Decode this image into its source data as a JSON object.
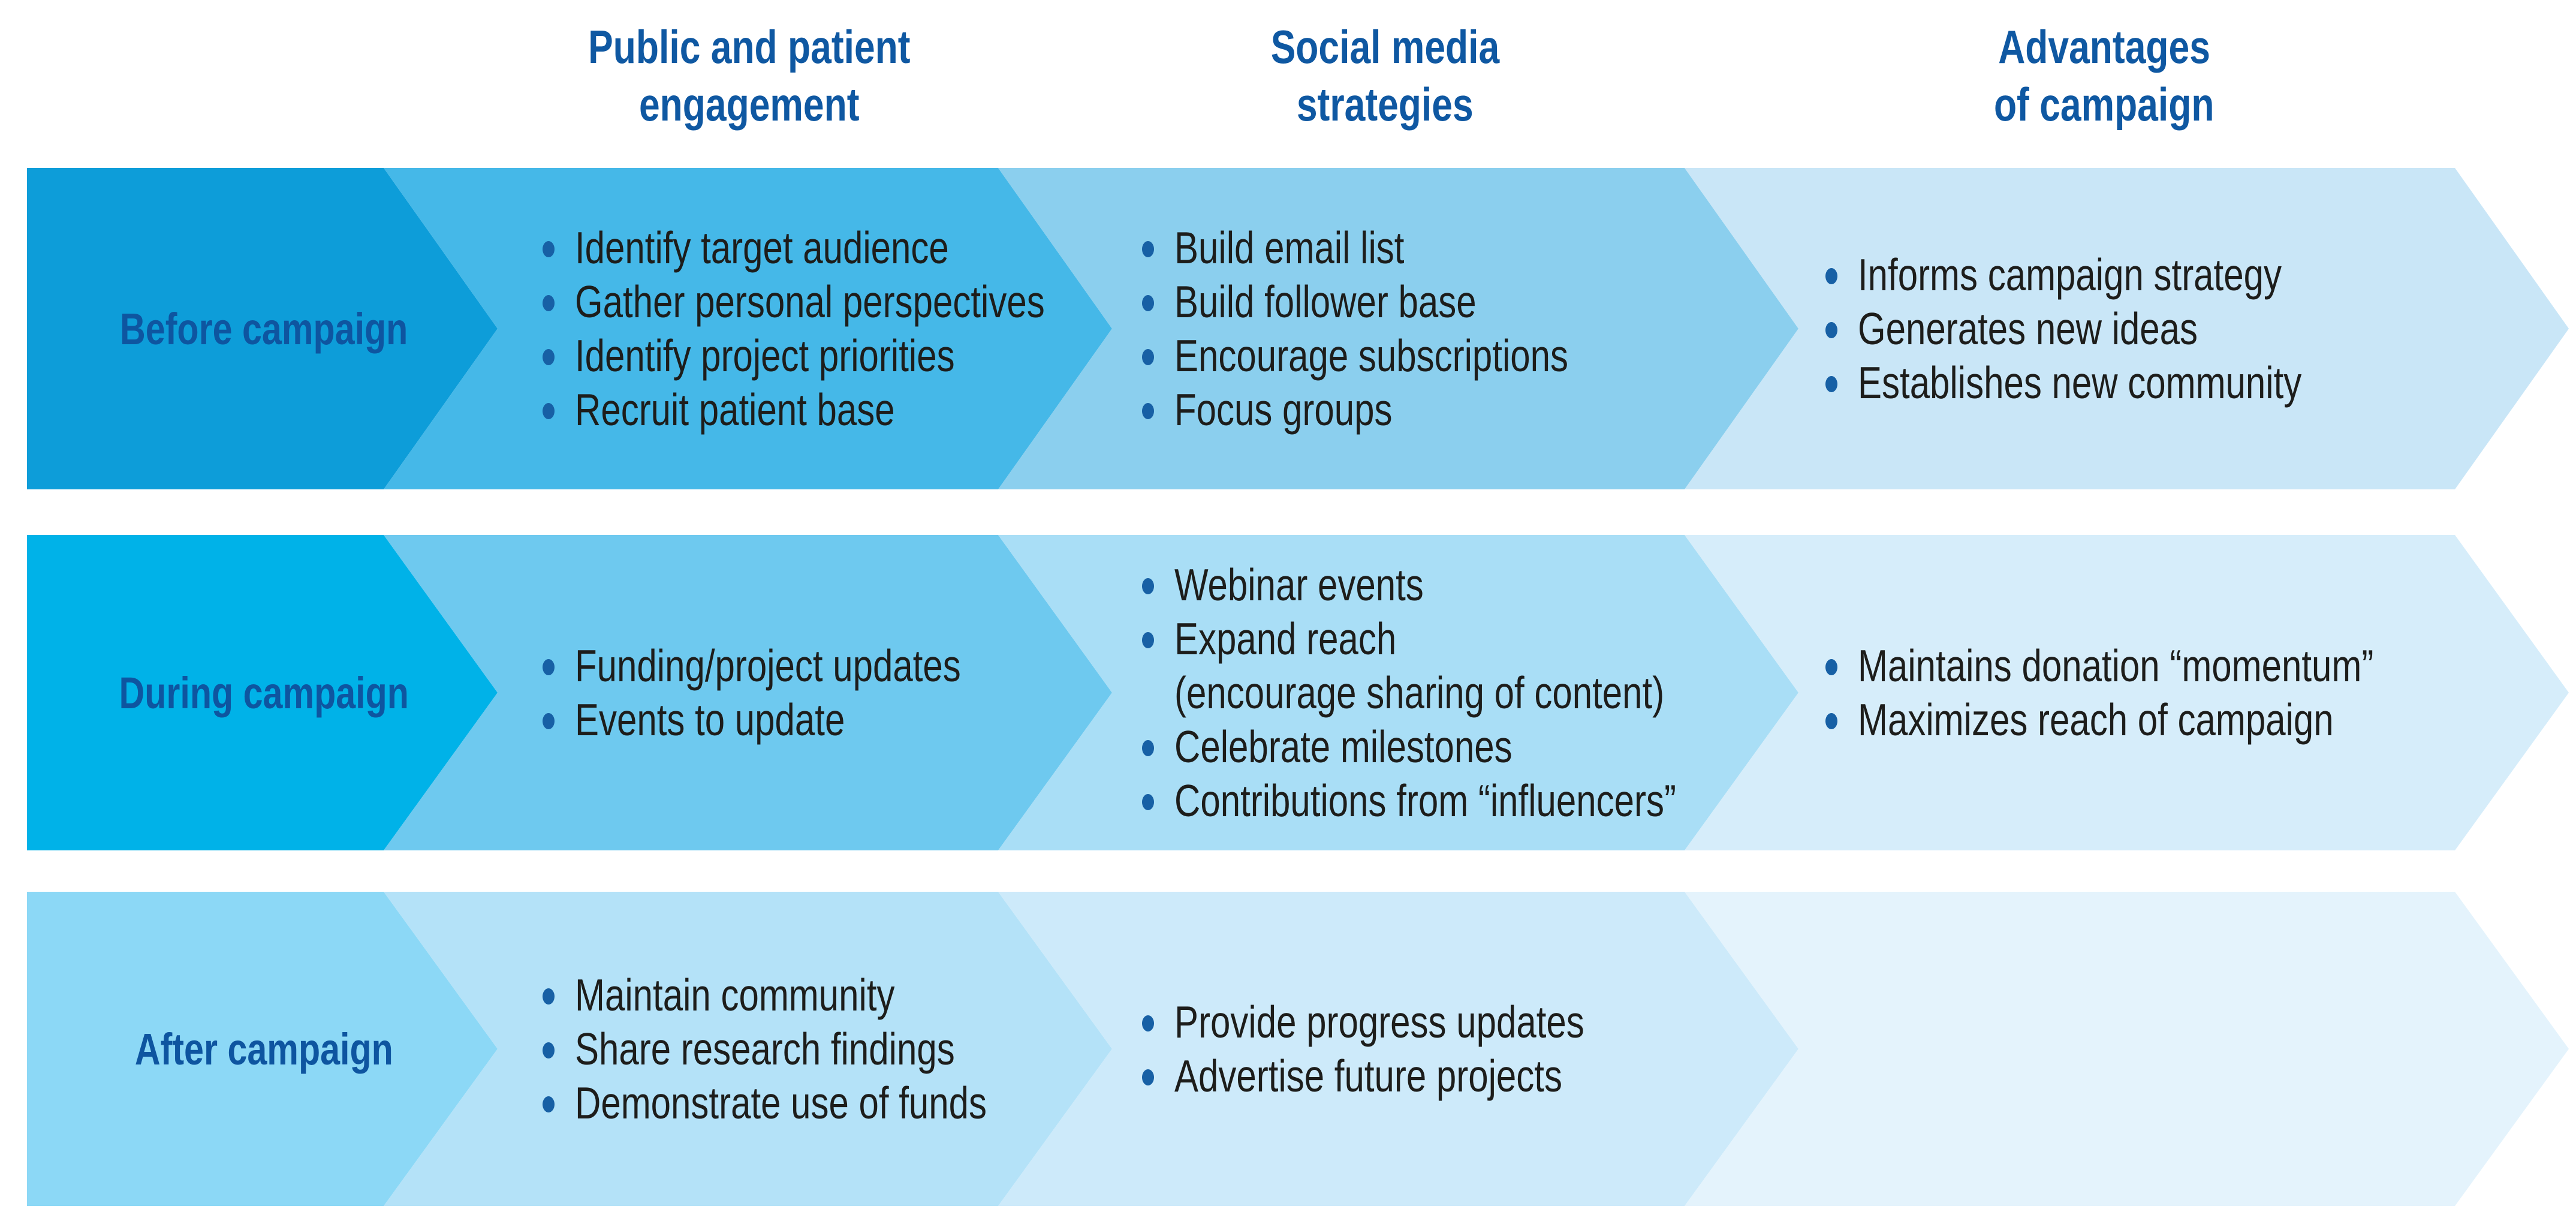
{
  "title": "Campaign phases, engagement and social media strategy diagram",
  "colors": {
    "header_text": "#0f58a2",
    "label_text": "#0e55a0",
    "body_text": "#1d1d1b",
    "bullet": "#1760a5",
    "background": "#ffffff",
    "row_colors": [
      [
        "#0d9dd9",
        "#45b8e8",
        "#8bcfee",
        "#c9e6f7"
      ],
      [
        "#00b2e8",
        "#6ec9ef",
        "#a9def6",
        "#d6edfa"
      ],
      [
        "#8cd8f6",
        "#b4e2f8",
        "#cdeafa",
        "#e4f3fc"
      ]
    ]
  },
  "headers": [
    {
      "lines": [
        "Public and patient",
        "engagement"
      ]
    },
    {
      "lines": [
        "Social media",
        "strategies"
      ]
    },
    {
      "lines": [
        "Advantages",
        "of campaign"
      ]
    }
  ],
  "rows": [
    {
      "label": "Before campaign",
      "cells": [
        {
          "items": [
            {
              "text": "Identify target audience",
              "bullet": true
            },
            {
              "text": "Gather personal perspectives",
              "bullet": true
            },
            {
              "text": "Identify project priorities",
              "bullet": true
            },
            {
              "text": "Recruit patient base",
              "bullet": true
            }
          ]
        },
        {
          "items": [
            {
              "text": "Build email list",
              "bullet": true
            },
            {
              "text": "Build follower base",
              "bullet": true
            },
            {
              "text": "Encourage subscriptions",
              "bullet": true
            },
            {
              "text": "Focus groups",
              "bullet": true
            }
          ]
        },
        {
          "items": [
            {
              "text": "Informs campaign strategy",
              "bullet": true
            },
            {
              "text": "Generates new ideas",
              "bullet": true
            },
            {
              "text": "Establishes new community",
              "bullet": true
            }
          ]
        }
      ]
    },
    {
      "label": "During campaign",
      "cells": [
        {
          "items": [
            {
              "text": "Funding/project updates",
              "bullet": true
            },
            {
              "text": "Events to update",
              "bullet": true
            }
          ]
        },
        {
          "items": [
            {
              "text": "Webinar events",
              "bullet": true
            },
            {
              "text": "Expand reach",
              "bullet": true
            },
            {
              "text": "(encourage sharing of content)",
              "bullet": false
            },
            {
              "text": "Celebrate milestones",
              "bullet": true
            },
            {
              "text": "Contributions from “influencers”",
              "bullet": true
            }
          ]
        },
        {
          "items": [
            {
              "text": "Maintains donation “momentum”",
              "bullet": true
            },
            {
              "text": "Maximizes reach of campaign",
              "bullet": true
            }
          ]
        }
      ]
    },
    {
      "label": "After campaign",
      "cells": [
        {
          "items": [
            {
              "text": "Maintain community",
              "bullet": true
            },
            {
              "text": "Share research findings",
              "bullet": true
            },
            {
              "text": "Demonstrate use of funds",
              "bullet": true
            }
          ]
        },
        {
          "items": [
            {
              "text": "Provide progress updates",
              "bullet": true
            },
            {
              "text": "Advertise future projects",
              "bullet": true
            }
          ]
        },
        {
          "items": []
        }
      ]
    }
  ]
}
